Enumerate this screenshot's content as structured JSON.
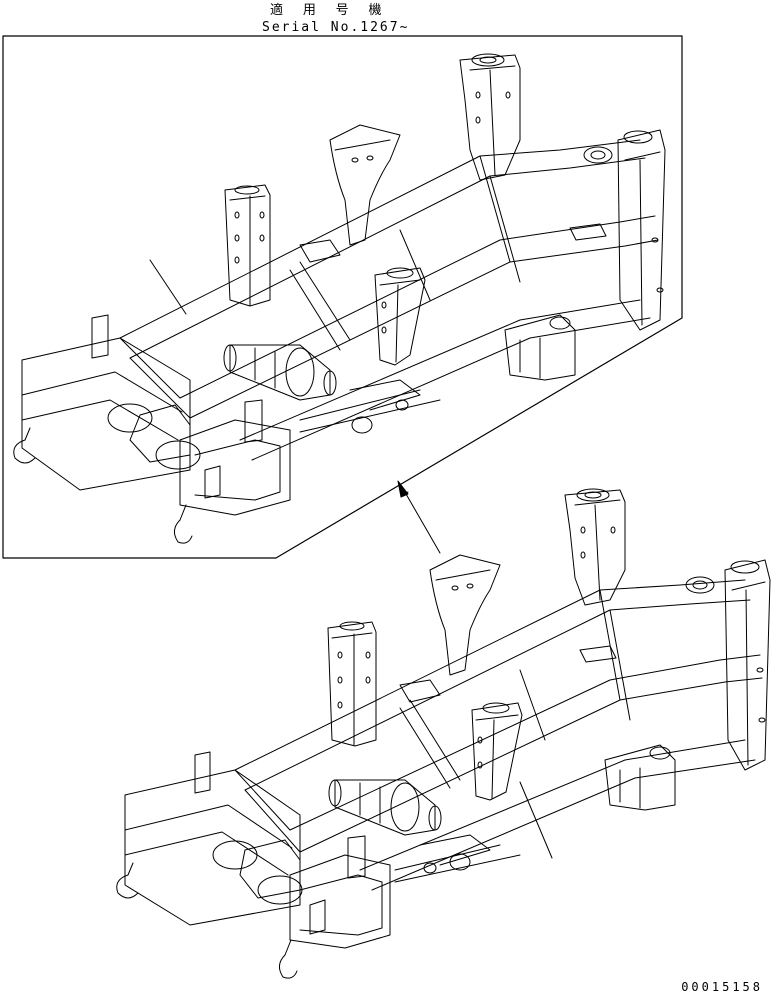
{
  "caption": {
    "applicable_models_label": "適 用 号 機",
    "serial_range": "Serial No.1267~"
  },
  "document_number": "00015158"
}
